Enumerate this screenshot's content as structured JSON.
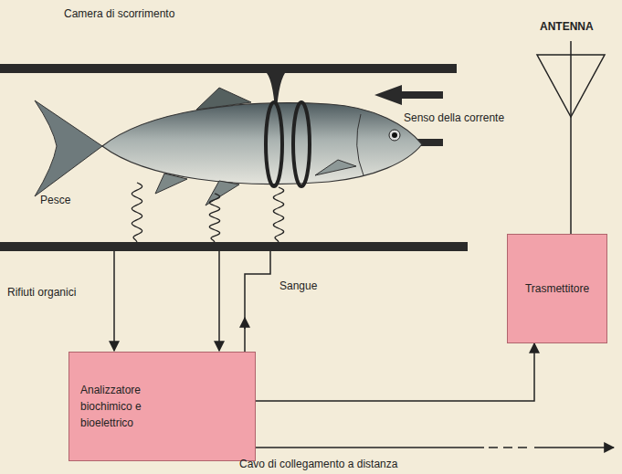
{
  "diagram": {
    "nodes": [
      {
        "text": [
          "Trasmettitore"
        ]
      },
      {
        "text": [
          "Analizzatore biochimico e bioelettrico"
        ]
      }
    ],
    "edges": [
      {
        "from": 1,
        "to": 0,
        "arrow": "to"
      }
    ],
    "labels": [
      "Camera di scorrimento",
      "ANTENNA",
      "Senso della corrente",
      "Pesce",
      "Rifiuti organici",
      "Sangue",
      "Cavo di collegamento a distanza"
    ]
  }
}
